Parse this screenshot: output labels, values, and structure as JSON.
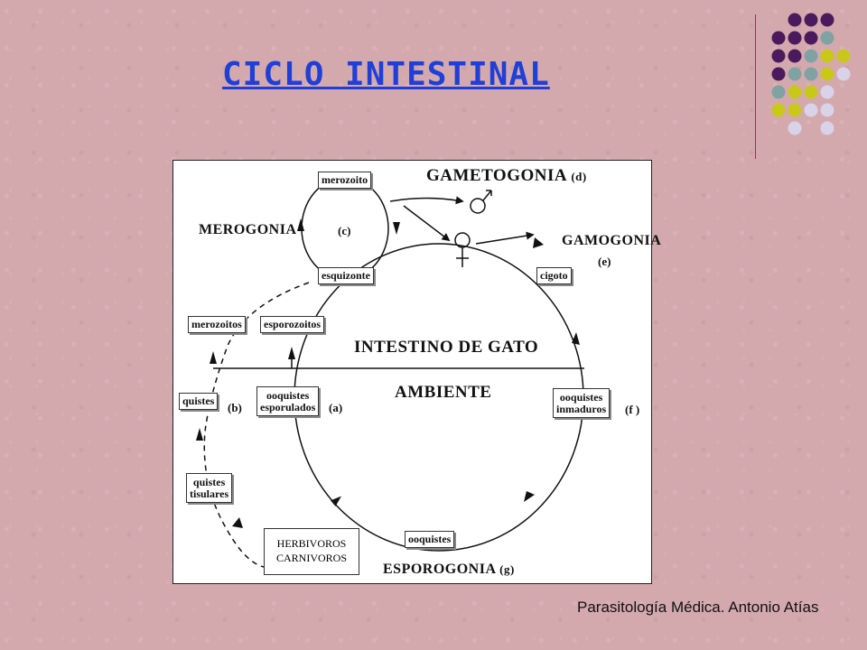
{
  "slide": {
    "title": "CICLO INTESTINAL",
    "credit": "Parasitología Médica. Antonio Atías"
  },
  "diagram": {
    "stages": {
      "merogonia": "MEROGONIA",
      "gametogonia": "GAMETOGONIA",
      "gamogonia": "GAMOGONIA",
      "esporogonia": "ESPOROGONIA"
    },
    "regions": {
      "intestino": "INTESTINO DE GATO",
      "ambiente": "AMBIENTE"
    },
    "letters": {
      "a": "(a)",
      "b": "(b)",
      "c": "(c)",
      "d": "(d)",
      "e": "(e)",
      "f": "(f )",
      "g": "(g)"
    },
    "boxes": {
      "merozoito": "merozoito",
      "esquizonte": "esquizonte",
      "cigoto": "cigoto",
      "merozoitos": "merozoitos",
      "esporozoitos": "esporozoitos",
      "quistes": "quistes",
      "ooquistes_esporulados_1": "ooquistes",
      "ooquistes_esporulados_2": "esporulados",
      "ooquistes_inmaduros_1": "ooquistes",
      "ooquistes_inmaduros_2": "inmaduros",
      "quistes_tisulares_1": "quistes",
      "quistes_tisulares_2": "tisulares",
      "ooquistes": "ooquistes"
    },
    "hosts": {
      "line1": "HERBIVOROS",
      "line2": "CARNIVOROS"
    }
  },
  "colors": {
    "background": "#d4a9ae",
    "title": "#1f3fd6",
    "dot_purple": "#4a1a5c",
    "dot_teal": "#7fa3a3",
    "dot_yellow": "#c8c81a",
    "dot_lavender": "#d8d3e8"
  }
}
